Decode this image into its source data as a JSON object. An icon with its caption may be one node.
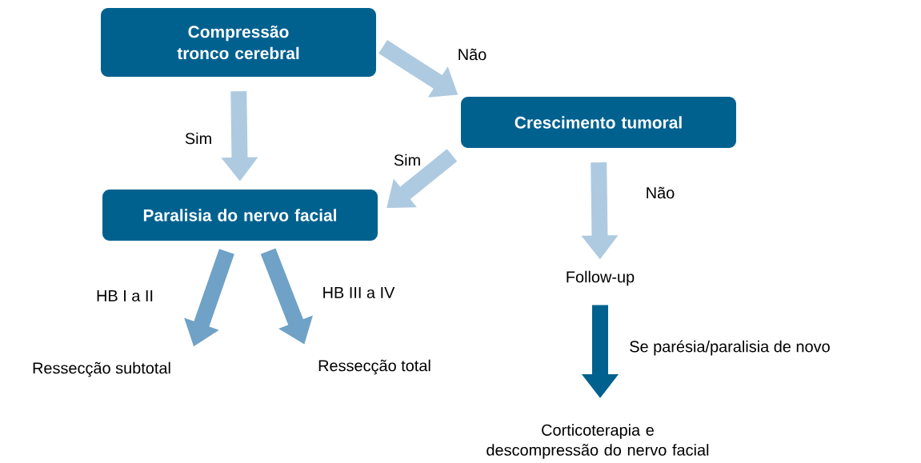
{
  "diagram": {
    "nodes": [
      {
        "text": [
          "Compressão tronco cerebral"
        ]
      },
      {
        "text": [
          "Crescimento tumoral"
        ]
      },
      {
        "text": [
          "Paralisia do nervo facial"
        ]
      },
      {
        "text": [
          "Ressecção subtotal"
        ]
      },
      {
        "text": [
          "Ressecção total"
        ]
      },
      {
        "text": [
          "Follow-up"
        ]
      },
      {
        "text": [
          "Corticoterapia e descompressão do nervo facial"
        ]
      }
    ],
    "edges": [
      {
        "from": 0,
        "to": 1,
        "arrow": "to",
        "label": "Não"
      },
      {
        "from": 0,
        "to": 2,
        "arrow": "to",
        "label": "Sim"
      },
      {
        "from": 1,
        "to": 2,
        "arrow": "to",
        "label": "Sim"
      },
      {
        "from": 1,
        "to": 5,
        "arrow": "to",
        "label": "Não"
      },
      {
        "from": 2,
        "to": 3,
        "arrow": "to",
        "label": "HB I a II",
        "color": "#6fa2c6"
      },
      {
        "from": 2,
        "to": 4,
        "arrow": "to",
        "label": "HB III a IV",
        "color": "#6fa2c6"
      },
      {
        "from": 5,
        "to": 6,
        "arrow": "to",
        "label": "Se parésia/paralisia de novo",
        "color": "#00618f"
      }
    ]
  }
}
